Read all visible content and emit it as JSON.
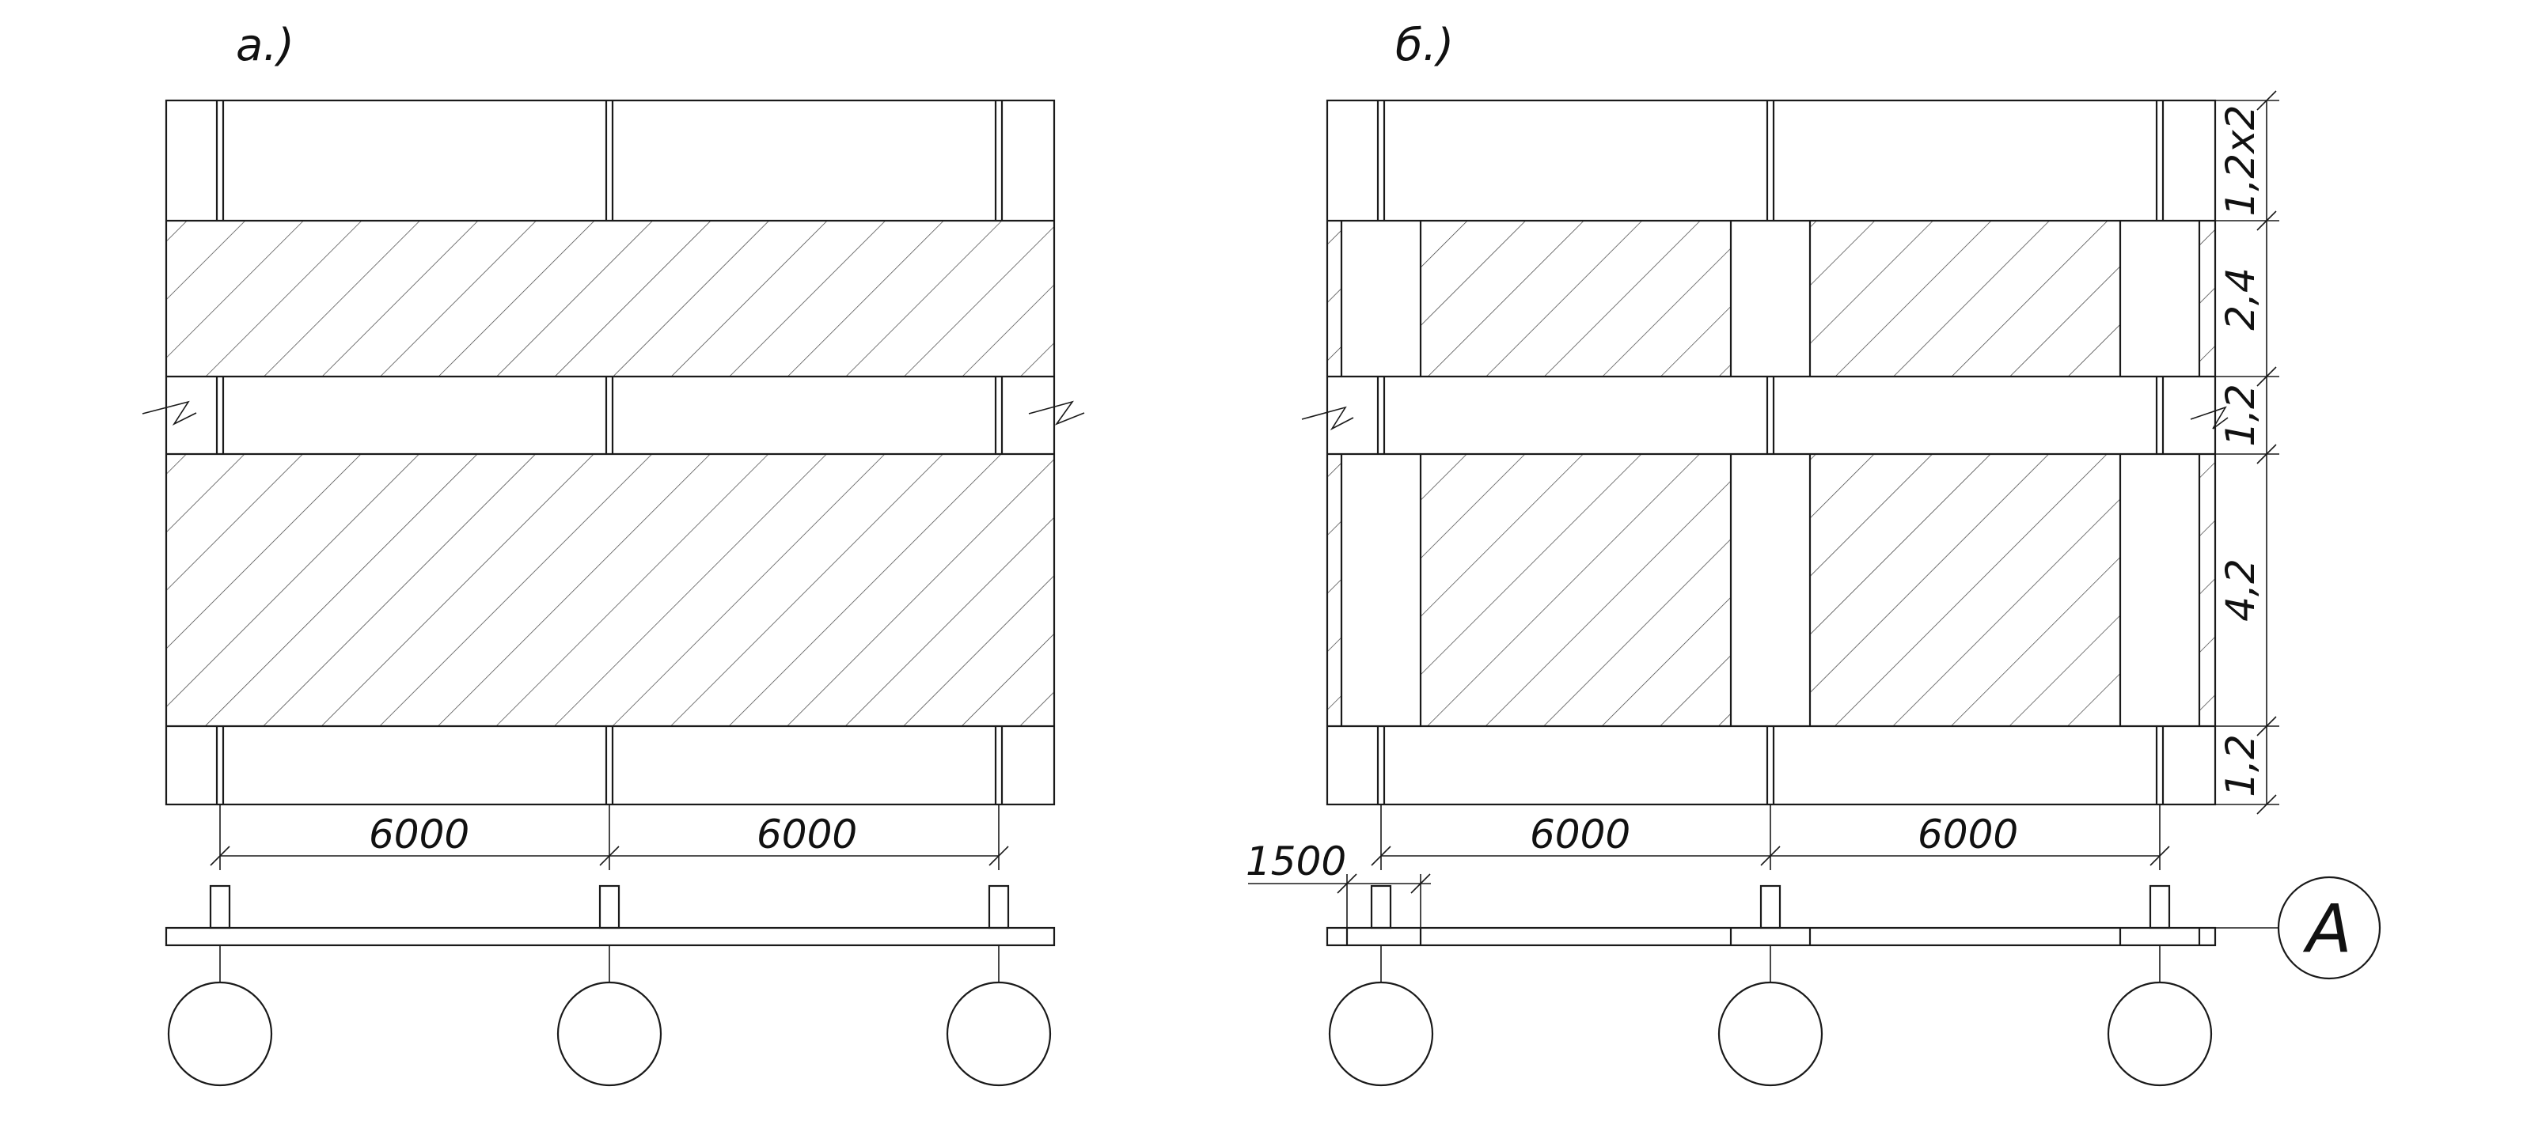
{
  "drawing_a": {
    "label": "а.)",
    "dim_left": "6000",
    "dim_right": "6000"
  },
  "drawing_b": {
    "label": "б.)",
    "dim_offset": "1500",
    "dim_left": "6000",
    "dim_right": "6000",
    "axis_marker": "A",
    "vertical_dims": [
      "1,2x2",
      "2,4",
      "1,2",
      "4,2",
      "1,2"
    ]
  },
  "colors": {
    "line": "#1a1a1a",
    "background": "#ffffff"
  }
}
